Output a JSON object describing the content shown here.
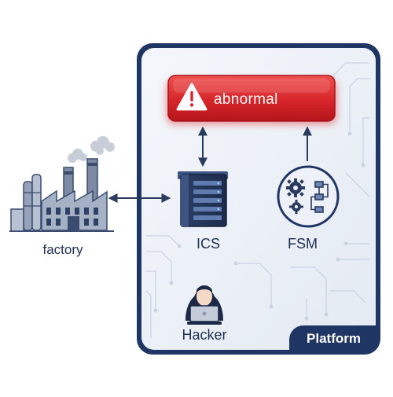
{
  "alert": {
    "label": "abnormal",
    "icon": "warning-icon",
    "color": "#d6252a"
  },
  "nodes": {
    "factory": {
      "label": "factory",
      "icon": "factory-icon"
    },
    "ics": {
      "label": "ICS",
      "icon": "server-icon"
    },
    "fsm": {
      "label": "FSM",
      "icon": "gears-flowchart-icon"
    },
    "hacker": {
      "label": "Hacker",
      "icon": "hooded-hacker-laptop-icon"
    }
  },
  "platform": {
    "label": "Platform",
    "color": "#1f3563"
  },
  "edges": [
    {
      "from": "factory",
      "to": "ics",
      "style": "bidirectional"
    },
    {
      "from": "ics",
      "to": "alert",
      "style": "bidirectional"
    },
    {
      "from": "fsm",
      "to": "alert",
      "style": "unidirectional"
    }
  ]
}
